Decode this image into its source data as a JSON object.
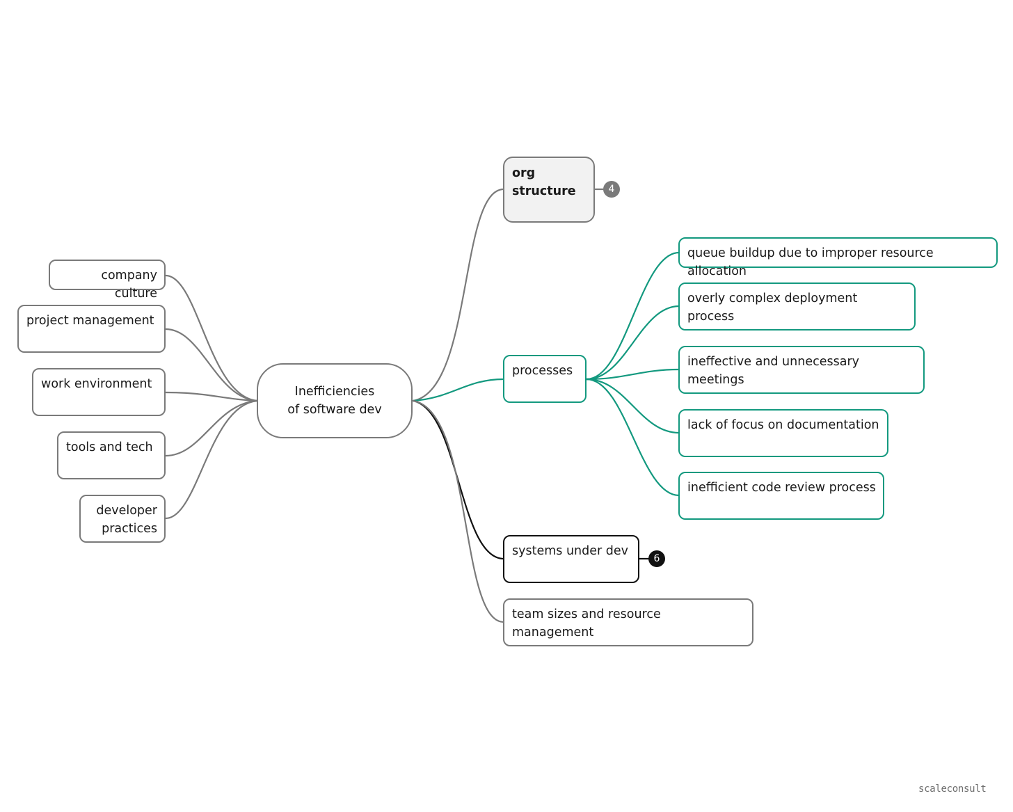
{
  "root": {
    "label": "Inefficiencies\nof software dev"
  },
  "left_branches": [
    {
      "label": "company culture"
    },
    {
      "label": "project management"
    },
    {
      "label": "work environment"
    },
    {
      "label": "tools and tech"
    },
    {
      "label": "developer\npractices"
    }
  ],
  "right_branches": {
    "org_structure": {
      "label": "org\nstructure",
      "badge": "4"
    },
    "processes": {
      "label": "processes",
      "children": [
        {
          "label": "queue buildup due to improper resource allocation"
        },
        {
          "label": "overly complex deployment process"
        },
        {
          "label": "ineffective and unnecessary meetings"
        },
        {
          "label": "lack of focus on documentation"
        },
        {
          "label": "inefficient code review process"
        }
      ]
    },
    "systems_under_dev": {
      "label": "systems under dev",
      "badge": "6"
    },
    "team_sizes": {
      "label": "team sizes and resource management"
    }
  },
  "watermark": "scaleconsult",
  "colors": {
    "gray": "#7a7a7a",
    "teal": "#13997f",
    "black": "#111111",
    "org_fill": "#f2f2f2"
  }
}
